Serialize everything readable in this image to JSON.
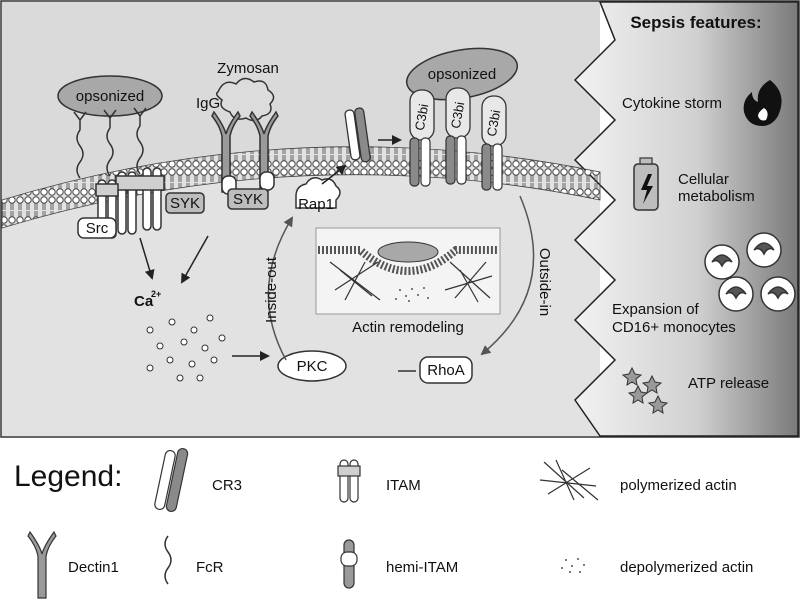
{
  "diagram": {
    "opsonized_left": "opsonized",
    "opsonized_right": "opsonized",
    "zymosan": "Zymosan",
    "igg": "IgG",
    "src": "Src",
    "syk1": "SYK",
    "syk2": "SYK",
    "rap1": "Rap1",
    "c3bi": [
      "C3bi",
      "C3bi",
      "C3bi"
    ],
    "calcium": "Ca",
    "calcium_sup": "2+",
    "inside_out": "Inside-out",
    "outside_in": "Outside-in",
    "actin_remodeling": "Actin remodeling",
    "pkc": "PKC",
    "rhoa": "RhoA"
  },
  "sepsis": {
    "title": "Sepsis features:",
    "items": [
      {
        "label": "Cytokine storm",
        "icon": "flame-icon"
      },
      {
        "label": "Cellular",
        "label2": "metabolism",
        "icon": "battery-icon"
      },
      {
        "label": "Expansion of",
        "label2": "CD16+ monocytes",
        "icon": "monocytes-icon"
      },
      {
        "label": "ATP release",
        "icon": "star-cluster-icon"
      }
    ]
  },
  "legend": {
    "title": "Legend:",
    "items": [
      {
        "label": "CR3"
      },
      {
        "label": "ITAM"
      },
      {
        "label": "polymerized actin"
      },
      {
        "label": "Dectin1"
      },
      {
        "label": "FcR"
      },
      {
        "label": "hemi-ITAM"
      },
      {
        "label": "depolymerized actin"
      }
    ]
  },
  "colors": {
    "cell_bg": "#e2e2e2",
    "dark_gray": "#9a9a9a",
    "mid_gray": "#bdbdbd",
    "outline": "#333333"
  }
}
